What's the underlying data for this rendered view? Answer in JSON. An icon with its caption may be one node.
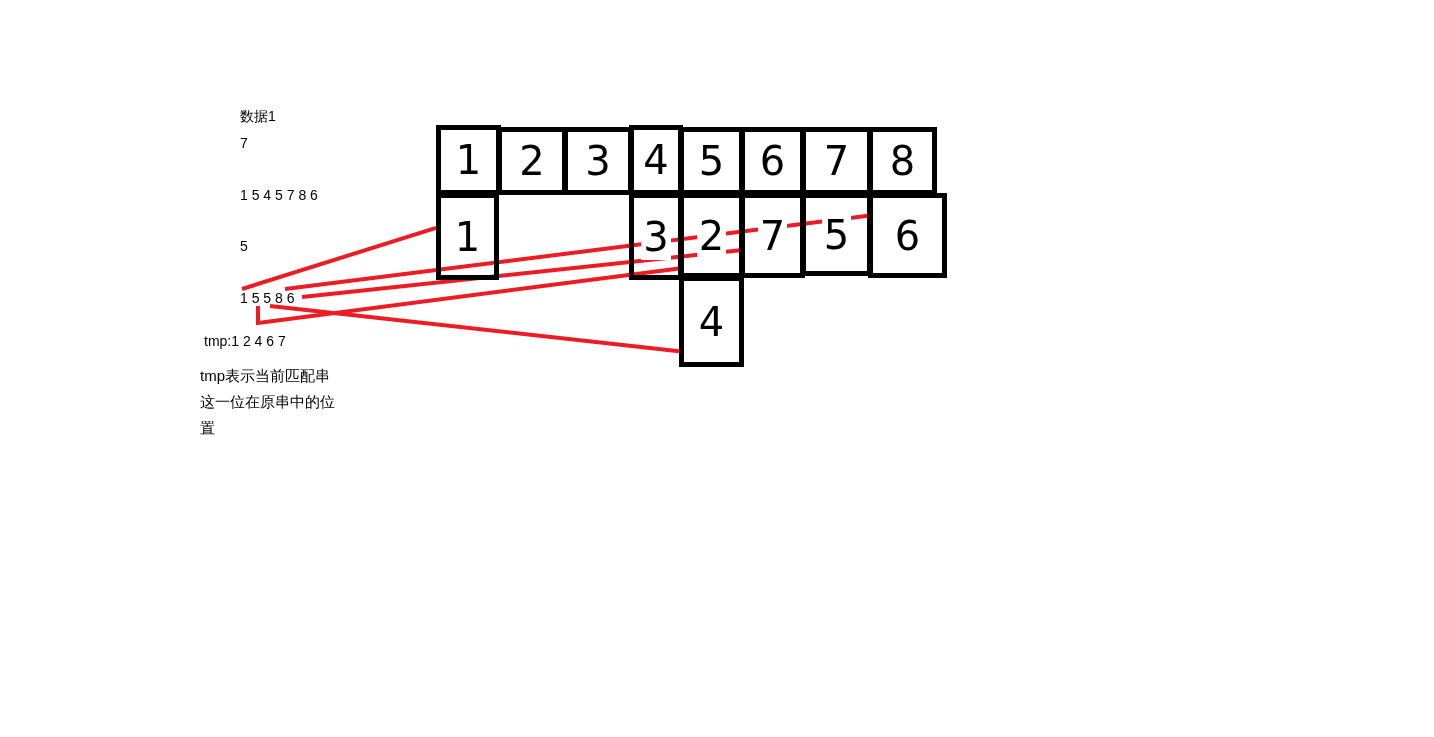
{
  "diagram": {
    "nodes": [
      {
        "text": [
          "1"
        ]
      },
      {
        "text": [
          "2"
        ]
      },
      {
        "text": [
          "3"
        ]
      },
      {
        "text": [
          "4"
        ]
      },
      {
        "text": [
          "5"
        ]
      },
      {
        "text": [
          "6"
        ]
      },
      {
        "text": [
          "7"
        ]
      },
      {
        "text": [
          "8"
        ]
      },
      {
        "text": [
          "1"
        ]
      },
      {
        "text": [
          "3"
        ]
      },
      {
        "text": [
          "2"
        ]
      },
      {
        "text": [
          "7"
        ]
      },
      {
        "text": [
          "5"
        ]
      },
      {
        "text": [
          "6"
        ]
      },
      {
        "text": [
          "4"
        ]
      },
      {
        "text": [
          "1 5 5 8 6"
        ]
      }
    ],
    "edges": [
      {
        "from": 15,
        "to": 8,
        "arrow": "none"
      },
      {
        "from": 15,
        "to": 13,
        "arrow": "none"
      },
      {
        "from": 15,
        "to": 11,
        "arrow": "none"
      },
      {
        "from": 15,
        "to": 10,
        "arrow": "none"
      },
      {
        "from": 15,
        "to": 14,
        "arrow": "none"
      }
    ],
    "labels": [
      "数据1",
      "7",
      "1 5 4 5 7 8 6",
      "5",
      "tmp:1 2 4 6 7",
      "tmp表示当前匹配串这一位在原串中的位置"
    ]
  }
}
